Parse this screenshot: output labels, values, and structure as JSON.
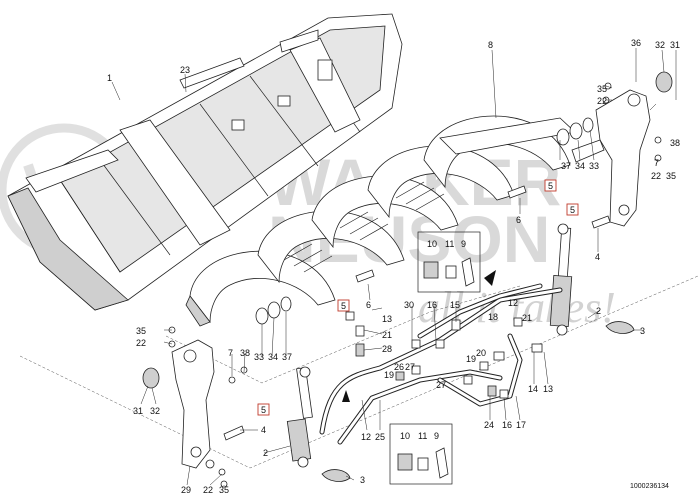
{
  "watermark": {
    "brand_line1": "WACKER",
    "brand_line2": "NEUSON",
    "slogan": "all it takes!"
  },
  "doc_number": "1000236134",
  "callouts": {
    "n1": "1",
    "n23": "23",
    "n8": "8",
    "n36": "36",
    "n32a": "32",
    "n31a": "31",
    "n35a": "35",
    "n22a": "22",
    "n7a": "7",
    "n38a": "38",
    "n22b": "22",
    "n35b": "35",
    "n37a": "37",
    "n34a": "34",
    "n33a": "33",
    "n6a": "6",
    "n5a": "5",
    "n5b": "5",
    "n4a": "4",
    "n10a": "10",
    "n11a": "11",
    "n9a": "9",
    "n18": "18",
    "n12a": "12",
    "n21a": "21",
    "n2a": "2",
    "n3a": "3",
    "n14": "14",
    "n13a": "13",
    "n30": "30",
    "n16a": "16",
    "n15": "15",
    "n13b": "13",
    "n21b": "21",
    "n28": "28",
    "n27a": "27",
    "n26": "26",
    "n19a": "19",
    "n20": "20",
    "n19b": "19",
    "n27b": "27",
    "n24": "24",
    "n16b": "16",
    "n17": "17",
    "n33b": "33",
    "n34b": "34",
    "n37b": "37",
    "n5c": "5",
    "n6b": "6",
    "n35c": "35",
    "n22c": "22",
    "n7b": "7",
    "n38b": "38",
    "n31b": "31",
    "n32b": "32",
    "n5d": "5",
    "n4b": "4",
    "n2b": "2",
    "n3b": "3",
    "n12b": "12",
    "n25": "25",
    "n10b": "10",
    "n11b": "11",
    "n9b": "9",
    "n29": "29",
    "n22d": "22",
    "n35d": "35"
  }
}
